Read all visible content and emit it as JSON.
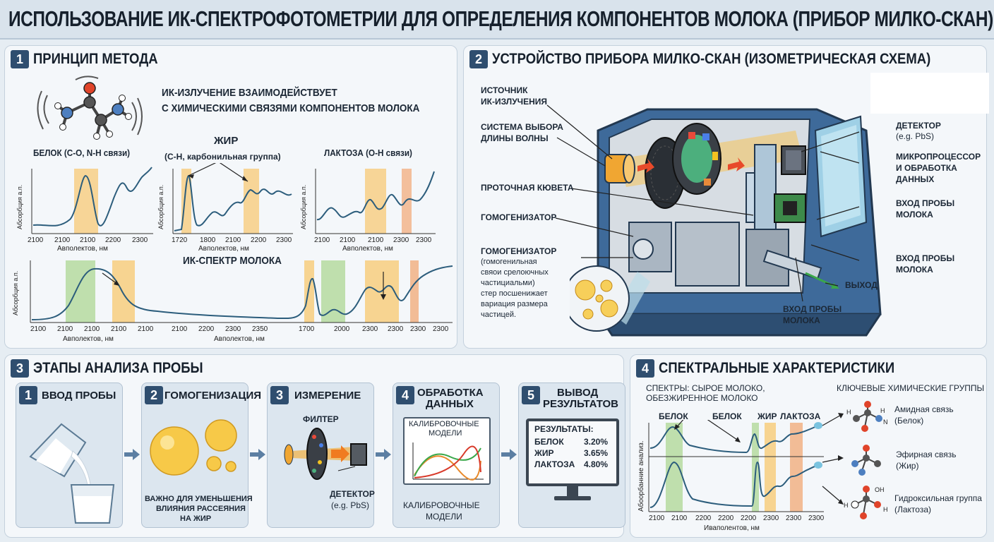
{
  "main_title": "ИСПОЛЬЗОВАНИЕ ИК-СПЕКТРОФОТОМЕТРИИ ДЛЯ ОПРЕДЕЛЕНИЯ КОМПОНЕНТОВ МОЛОКА (ПРИБОР МИЛКО-СКАН)",
  "colors": {
    "protein_band": "#b9dca4",
    "fat_band": "#f7cf85",
    "lactose_band": "#f2b58b",
    "line": "#2c5d7c",
    "accent": "#2f4e6f",
    "beam": "#f5a623"
  },
  "panel1": {
    "num": "1",
    "title": "ПРИНЦИП МЕТОДА",
    "intro_line1": "ИК-ИЗЛУЧЕНИЕ ВЗАИМОДЕЙСТВУЕТ",
    "intro_line2": "С ХИМИЧЕСКИМИ СВЯЗЯМИ КОМПОНЕНТОВ МОЛОКА",
    "protein_label": "БЕЛОК (C-O, N-H связи)",
    "fat_label": "ЖИР",
    "fat_sublabel": "(C-H, карбонильная группа)",
    "lactose_label": "ЛАКТОЗА (O-H связи)",
    "ylabel": "Абсорбция а.п.",
    "xlabel": "Авполектов, нм",
    "milk_spectrum_label": "ИК-СПЕКТР МОЛОКА",
    "chart1_ticks": [
      "2100",
      "2100",
      "2100",
      "2200",
      "2300"
    ],
    "chart2_ticks": [
      "1720",
      "1800",
      "2100",
      "2200",
      "2300"
    ],
    "chart3_ticks": [
      "2100",
      "2100",
      "2100",
      "2300",
      "2300"
    ],
    "big_ticks": [
      "2100",
      "2100",
      "2100",
      "2100",
      "2100",
      "2100",
      "2200",
      "2300",
      "2350",
      "1700",
      "2000",
      "2300",
      "2300",
      "2300",
      "2300"
    ]
  },
  "panel2": {
    "num": "2",
    "title": "УСТРОЙСТВО ПРИБОРА МИЛКО-СКАН (ИЗОМЕТРИЧЕСКАЯ СХЕМА)",
    "src_label_1": "ИСТОЧНИК",
    "src_label_2": "ИК-ИЗЛУЧЕНИЯ",
    "wl_label_1": "СИСТЕМА ВЫБОРА",
    "wl_label_2": "ДЛИНЫ ВОЛНЫ",
    "cuvette_label": "ПРОТОЧНАЯ КЮВЕТА",
    "homog_label": "ГОМОГЕНИЗАТОР",
    "homog2_title": "ГОМОГЕНИЗАТОР",
    "homog2_l1": "(гомогенильная",
    "homog2_l2": "свяои срелоючных",
    "homog2_l3": "частициальми)",
    "homog2_l4": "стер посшенижает",
    "homog2_l5": "вариация размера",
    "homog2_l6": "частицей.",
    "detector_1": "ДЕТЕКТОР",
    "detector_2": "(e.g. PbS)",
    "micro_1": "МИКРОПРОЦЕССОР",
    "micro_2": "И ОБРАБОТКА",
    "micro_3": "ДАННЫХ",
    "input1_1": "ВХОД ПРОБЫ",
    "input1_2": "МОЛОКА",
    "input2_1": "ВХОД ПРОБЫ",
    "input2_2": "МОЛОКА",
    "output": "ВЫХОД",
    "input3_1": "ВХОД ПРОБЫ",
    "input3_2": "МОЛОКА"
  },
  "panel3": {
    "num": "3",
    "title": "ЭТАПЫ АНАЛИЗА ПРОБЫ",
    "steps": [
      {
        "num": "1",
        "label": "ВВОД ПРОБЫ"
      },
      {
        "num": "2",
        "label": "ГОМОГЕНИЗАЦИЯ"
      },
      {
        "num": "3",
        "label": "ИЗМЕРЕНИЕ"
      },
      {
        "num": "4",
        "label_1": "ОБРАБОТКА",
        "label_2": "ДАННЫХ"
      },
      {
        "num": "5",
        "label_1": "ВЫВОД",
        "label_2": "РЕЗУЛЬТАТОВ"
      }
    ],
    "homog_note_1": "ВАЖНО ДЛЯ УМЕНЬШЕНИЯ",
    "homog_note_2": "ВЛИЯНИЯ РАССЕЯНИЯ",
    "homog_note_3": "НА ЖИР",
    "filter_label": "ФИЛТЕР",
    "detector_1": "ДЕТЕКТОР",
    "detector_2": "(e.g. PbS)",
    "calib_top_1": "КАЛИБРОВОЧНЫЕ",
    "calib_top_2": "МОДЕЛИ",
    "calib_bottom_1": "КАЛИБРОВОЧНЫЕ",
    "calib_bottom_2": "МОДЕЛИ",
    "results_title": "РЕЗУЛЬТАТЫ:",
    "results": [
      {
        "name": "БЕЛОК",
        "value": "3.20%"
      },
      {
        "name": "ЖИР",
        "value": "3.65%"
      },
      {
        "name": "ЛАКТОЗА",
        "value": "4.80%"
      }
    ]
  },
  "panel4": {
    "num": "4",
    "title": "СПЕКТРАЛЬНЫЕ ХАРАКТЕРИСТИКИ",
    "spectra_l1": "СПЕКТРЫ: СЫРОЕ МОЛОКО,",
    "spectra_l2": "ОБЕЗЖИРЕННОЕ МОЛОКО",
    "groups_title": "КЛЮЧЕВЫЕ ХИМИЧЕСКИЕ ГРУППЫ",
    "label_protein1": "БЕЛОК",
    "label_protein2": "БЕЛОК",
    "label_fat": "ЖИР",
    "label_lactose": "ЛАКТОЗА",
    "ylabel": "Абоорбанние анализ.",
    "xlabel": "Иваполентов, нм",
    "ticks": [
      "2100",
      "2100",
      "2200",
      "2200",
      "2200",
      "2300",
      "2300",
      "2300"
    ],
    "amide_1": "Амидная связь",
    "amide_2": "(Белок)",
    "ester_1": "Эфирная связь",
    "ester_2": "(Жир)",
    "hydroxyl_1": "Гидроксильная группа",
    "hydroxyl_2": "(Лактоза)",
    "atom_h1": "H",
    "atom_n": "N",
    "atom_h2": "H",
    "atom_oh": "OH",
    "atom_h3": "H",
    "atom_h4": "H"
  }
}
